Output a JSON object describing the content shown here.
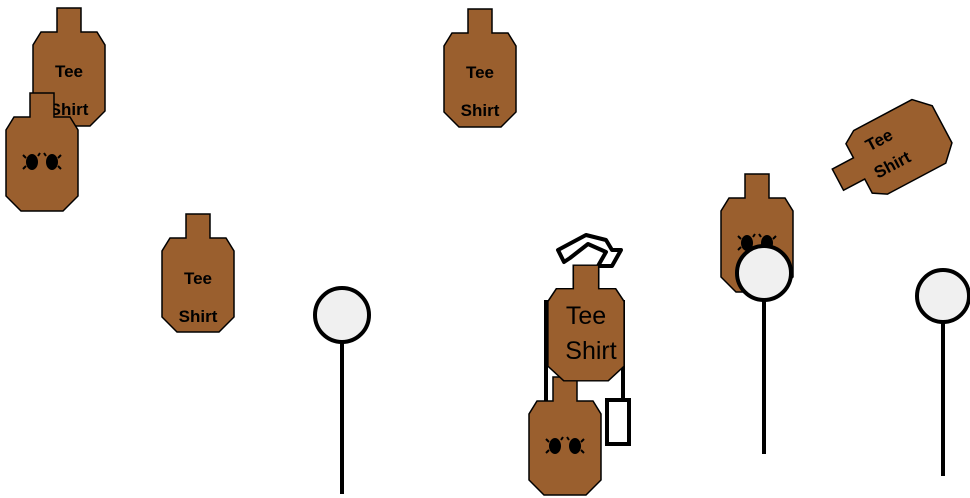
{
  "colors": {
    "target_fill": "#9a5f2e",
    "target_stroke": "#000000",
    "popper_fill": "#f0f0f0",
    "background": "#ffffff"
  },
  "targets": [
    {
      "id": "t1",
      "kind": "tee-shirt",
      "line1": "Tee",
      "line2": "Shirt",
      "style": "bold"
    },
    {
      "id": "t2",
      "kind": "no-shoot-hands",
      "icon": "hands-icon"
    },
    {
      "id": "t3",
      "kind": "tee-shirt",
      "line1": "Tee",
      "line2": "Shirt",
      "style": "bold"
    },
    {
      "id": "t4",
      "kind": "tee-shirt",
      "line1": "Tee",
      "line2": "Shirt",
      "style": "bold"
    },
    {
      "id": "t5",
      "kind": "tee-shirt",
      "line1": "Tee",
      "line2": "Shirt",
      "style": "regular",
      "moving": true
    },
    {
      "id": "t6",
      "kind": "no-shoot-hands",
      "icon": "hands-icon"
    },
    {
      "id": "t7",
      "kind": "no-shoot-hands",
      "icon": "hands-icon"
    },
    {
      "id": "t8",
      "kind": "tee-shirt",
      "line1": "Tee",
      "line2": "Shirt",
      "style": "bold",
      "rotated": true
    }
  ],
  "poppers": [
    {
      "id": "p1",
      "icon": "popper-icon"
    },
    {
      "id": "p2",
      "icon": "popper-icon"
    },
    {
      "id": "p3",
      "icon": "popper-icon"
    }
  ],
  "swinger": {
    "icon": "swing-arrow-icon",
    "activator_icon": "activator-icon"
  }
}
